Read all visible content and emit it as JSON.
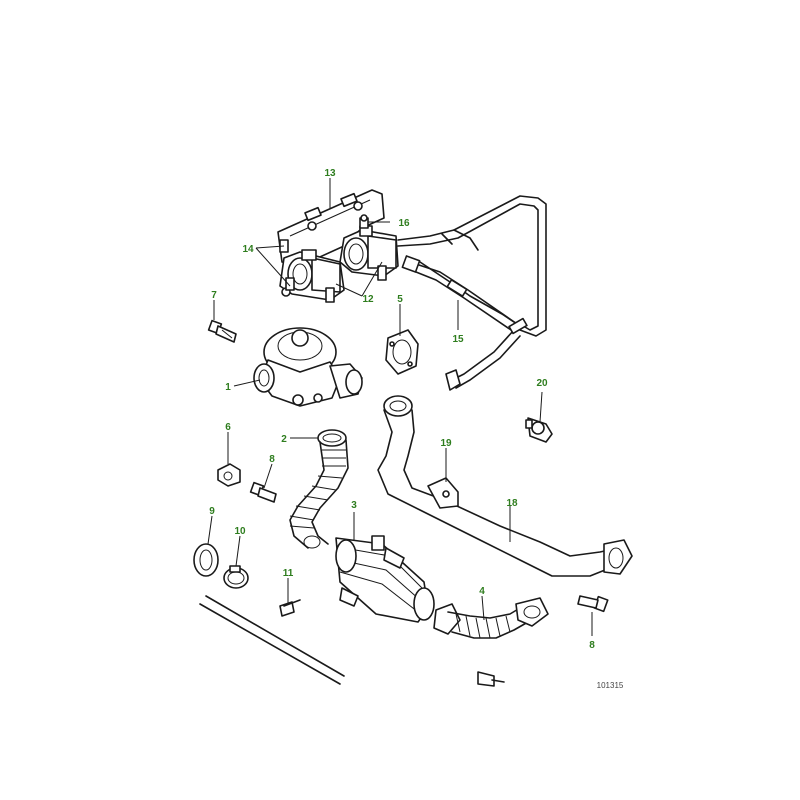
{
  "diagram": {
    "callout_color": "#2e7d1e",
    "callouts": [
      {
        "id": "1",
        "label": "1"
      },
      {
        "id": "2",
        "label": "2"
      },
      {
        "id": "3",
        "label": "3"
      },
      {
        "id": "4",
        "label": "4"
      },
      {
        "id": "5",
        "label": "5"
      },
      {
        "id": "6",
        "label": "6"
      },
      {
        "id": "7",
        "label": "7"
      },
      {
        "id": "8a",
        "label": "8"
      },
      {
        "id": "8b",
        "label": "8"
      },
      {
        "id": "9",
        "label": "9"
      },
      {
        "id": "10",
        "label": "10"
      },
      {
        "id": "11",
        "label": "11"
      },
      {
        "id": "12",
        "label": "12"
      },
      {
        "id": "13",
        "label": "13"
      },
      {
        "id": "14",
        "label": "14"
      },
      {
        "id": "15",
        "label": "15"
      },
      {
        "id": "16",
        "label": "16"
      },
      {
        "id": "18",
        "label": "18"
      },
      {
        "id": "19",
        "label": "19"
      },
      {
        "id": "20",
        "label": "20"
      }
    ],
    "reference_code": "101315"
  }
}
